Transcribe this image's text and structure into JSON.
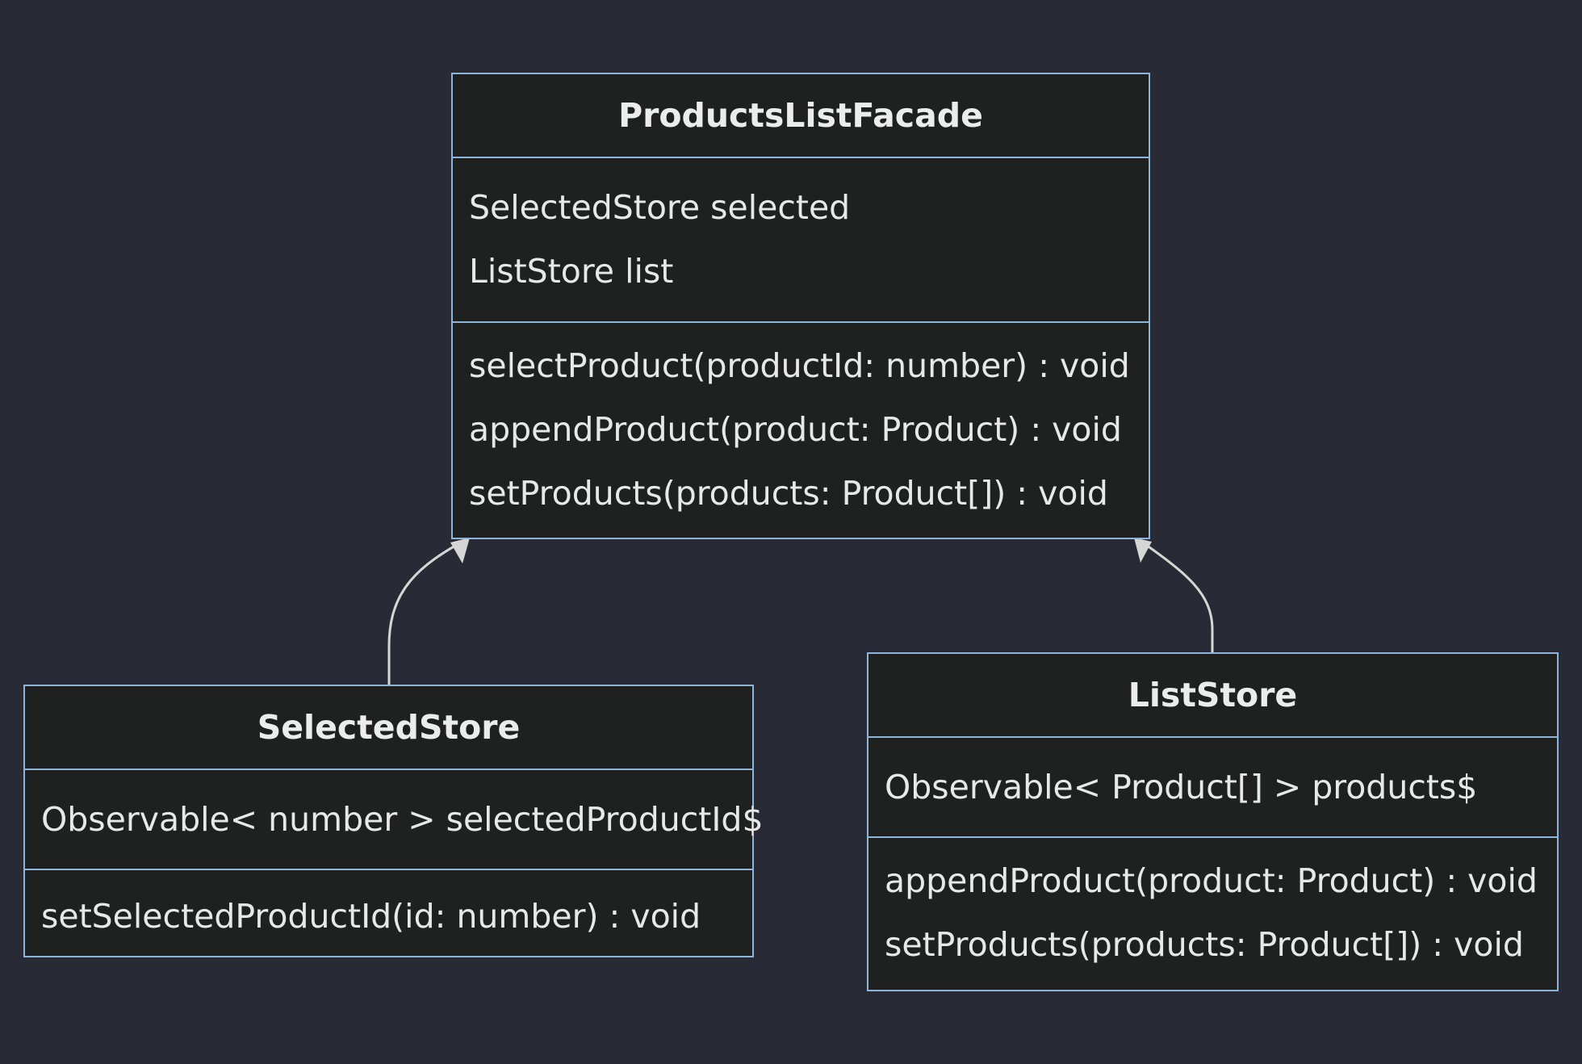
{
  "diagram": {
    "classes": [
      {
        "id": "facade",
        "name": "ProductsListFacade",
        "attributes": [
          "SelectedStore selected",
          "ListStore list"
        ],
        "methods": [
          "selectProduct(productId: number) : void",
          "appendProduct(product: Product) : void",
          "setProducts(products: Product[]) : void"
        ]
      },
      {
        "id": "selected",
        "name": "SelectedStore",
        "attributes": [
          "Observable< number > selectedProductId$"
        ],
        "methods": [
          "setSelectedProductId(id: number) : void"
        ]
      },
      {
        "id": "list",
        "name": "ListStore",
        "attributes": [
          "Observable< Product[] > products$"
        ],
        "methods": [
          "appendProduct(product: Product) : void",
          "setProducts(products: Product[]) : void"
        ]
      }
    ],
    "relations": [
      {
        "from": "SelectedStore",
        "to": "ProductsListFacade",
        "type": "dependency"
      },
      {
        "from": "ListStore",
        "to": "ProductsListFacade",
        "type": "dependency"
      }
    ],
    "colors": {
      "background": "#282a36",
      "box_fill": "#1f2020",
      "box_border": "#8fb4d9",
      "text": "#e8e8e8",
      "edge": "#d6d6d6"
    }
  }
}
